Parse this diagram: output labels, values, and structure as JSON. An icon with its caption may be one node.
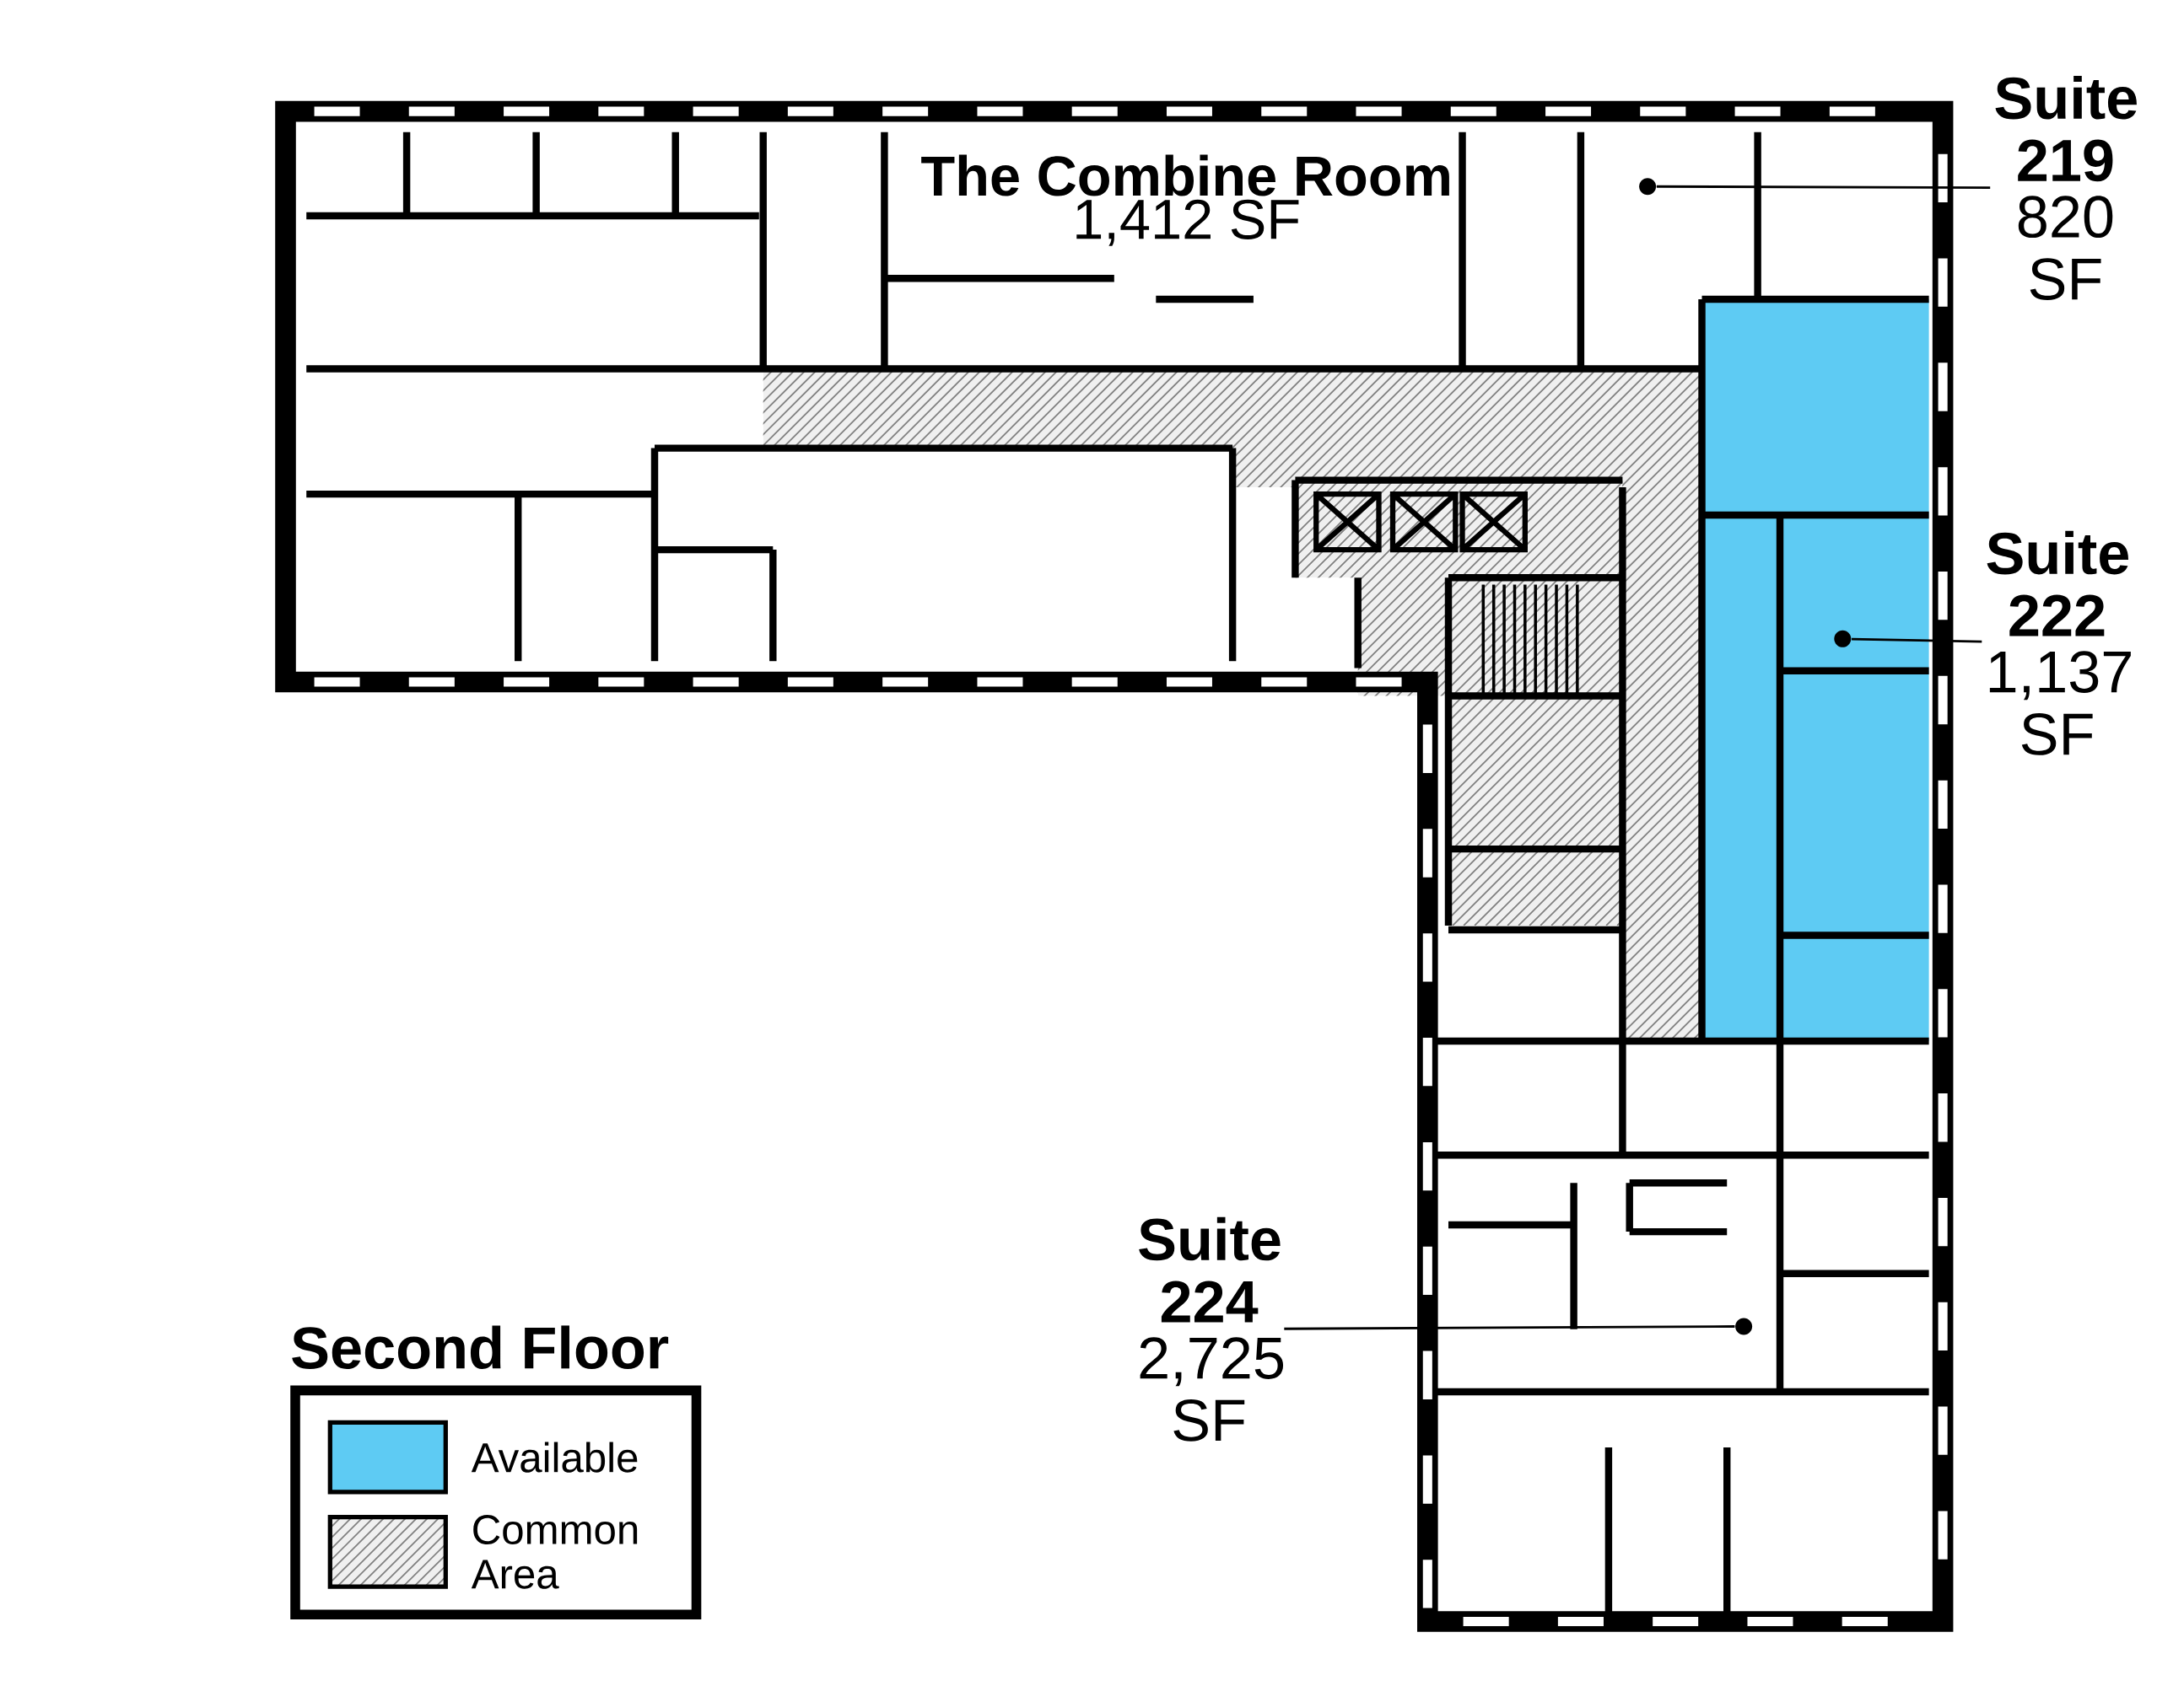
{
  "diagram": {
    "title": "Second Floor",
    "nodes": [
      {
        "text": [
          "Suite 219",
          "820 SF"
        ]
      },
      {
        "text": [],
        "shape": "circle"
      },
      {
        "text": [
          "Suite 222",
          "1,137 SF"
        ]
      },
      {
        "text": [],
        "shape": "circle"
      },
      {
        "text": [
          "Suite 224",
          "2,725 SF"
        ]
      },
      {
        "text": [],
        "shape": "circle"
      }
    ],
    "edges": [
      {
        "from": 0,
        "to": 1,
        "arrow": "none"
      },
      {
        "from": 2,
        "to": 3,
        "arrow": "none"
      },
      {
        "from": 4,
        "to": 5,
        "arrow": "none"
      }
    ],
    "labels": [
      "The Combine Room",
      "1,412 SF"
    ],
    "legend": [
      {
        "text": "Available",
        "color": "#5ecbf3"
      },
      {
        "text": "Common Area"
      }
    ]
  }
}
